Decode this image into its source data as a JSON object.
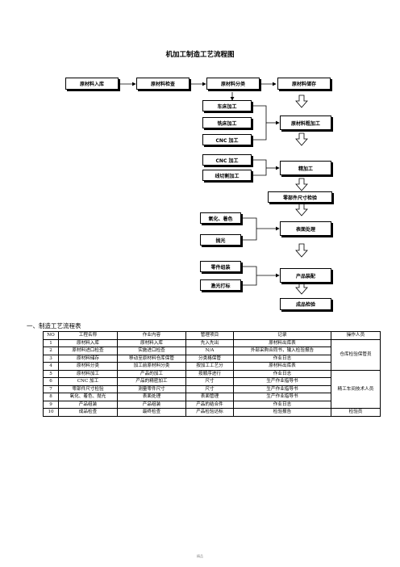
{
  "title": "机加工制造工艺流程图",
  "flow": {
    "raw_in": "原材料入库",
    "raw_check": "原材料检查",
    "raw_classify": "原材料分类",
    "raw_store": "原材料储存",
    "lathe": "车床加工",
    "milling": "铣床加工",
    "cnc1": "CNC 加工",
    "cnc2": "CNC 加工",
    "wire_cut": "线切割加工",
    "rough": "原材料粗加工",
    "finish": "精加工",
    "dim_check": "零部件尺寸检验",
    "oxidize": "氧化、着色",
    "polish": "抛光",
    "surface": "表面处理",
    "part_assembly": "零件组装",
    "laser": "激光打标",
    "product_assembly": "产品装配",
    "final_check": "成品检验"
  },
  "section_title": "一、制造工艺流程表",
  "table": {
    "headers": [
      "NO",
      "工程名称",
      "作业内容",
      "管理项目",
      "记录",
      "操作人员"
    ],
    "rows": [
      [
        "1",
        "原材料入库",
        "原材料入库",
        "先入先出",
        "原材料出库表"
      ],
      [
        "2",
        "原材料进口检查",
        "实施进口检查",
        "N/A",
        "外部采购合同书，输入检验报告"
      ],
      [
        "3",
        "原材料储存",
        "移动至原材料仓库保管",
        "分类格保管",
        "作业日志"
      ],
      [
        "4",
        "原材料分类",
        "加工前原材料分类",
        "按加工工艺分",
        "原材料出库表"
      ],
      [
        "5",
        "原材料加工",
        "产品的加工",
        "按顺序进行",
        "作业日志"
      ],
      [
        "6",
        "CNC 加工",
        "产品的精密加工",
        "尺寸",
        "生产作业指导书"
      ],
      [
        "7",
        "零部件尺寸检验",
        "测量零件尺寸",
        "尺寸",
        "生产作业指导书"
      ],
      [
        "8",
        "氧化、着色、抛光",
        "表面处理",
        "表面管理",
        "生产作业指导书"
      ],
      [
        "9",
        "产品组装",
        "产品组装",
        "产品的结合件",
        "作业日志"
      ],
      [
        "10",
        "成品检查",
        "最终检查",
        "产品检验达标",
        "检验报告"
      ]
    ],
    "operators": [
      "仓库检验保管员",
      "精工车间技术人员",
      "检验员"
    ]
  },
  "footer": "精品"
}
